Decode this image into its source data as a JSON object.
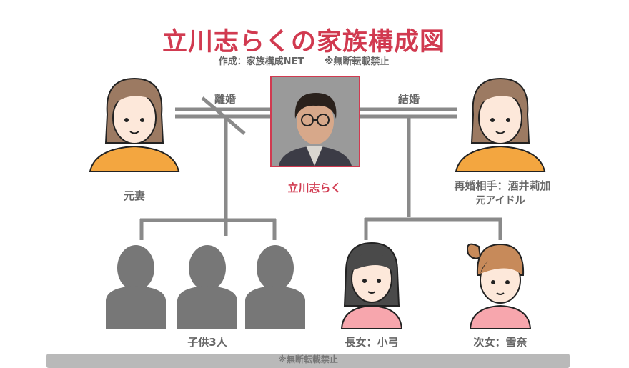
{
  "title": "立川志らくの家族構成図",
  "subtitle": {
    "credit": "作成：家族構成NET",
    "notice": "※無断転載禁止"
  },
  "relations": {
    "divorce": "離婚",
    "marriage": "結婚"
  },
  "people": {
    "center": {
      "name": "立川志らく"
    },
    "ex_wife": {
      "name": "元妻"
    },
    "wife": {
      "name": "再婚相手：酒井莉加",
      "note": "元アイドル"
    },
    "children_ex": {
      "name": "子供3人"
    },
    "daughter1": {
      "name": "長女：小弓"
    },
    "daughter2": {
      "name": "次女：雪奈"
    }
  },
  "footer": "※無断転載禁止",
  "colors": {
    "accent": "#d13a50",
    "line": "#8a8a8a",
    "skin": "#fde8da",
    "hair": "#9c7a62",
    "shirt_orange": "#f3a640",
    "shirt_pink": "#f7a6ad",
    "silhouette": "#777777"
  }
}
